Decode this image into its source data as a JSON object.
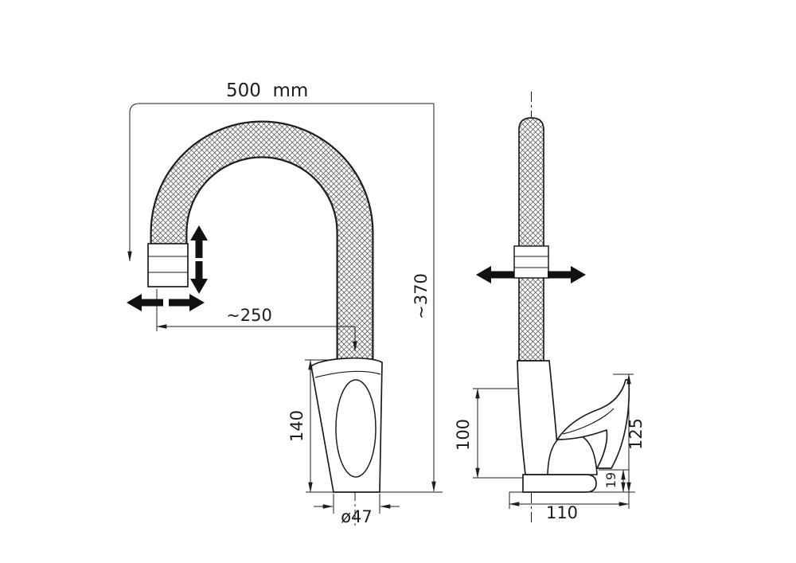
{
  "meta": {
    "background_color": "#ffffff",
    "line_color": "#1d1d1d"
  },
  "front_view": {
    "dim_hose_length": "500  mm",
    "dim_total_height": "~370",
    "dim_reach": "~250",
    "dim_body_height": "140",
    "dim_base_diameter": "ø47"
  },
  "side_view": {
    "dim_spout_height": "100",
    "dim_handle_height": "125",
    "dim_handle_clearance": "19",
    "dim_base_depth": "110"
  },
  "icons": {
    "front_movement": [
      "up-arrow",
      "down-arrow",
      "left-arrow",
      "right-arrow"
    ],
    "side_movement": [
      "left-arrow",
      "right-arrow"
    ]
  }
}
